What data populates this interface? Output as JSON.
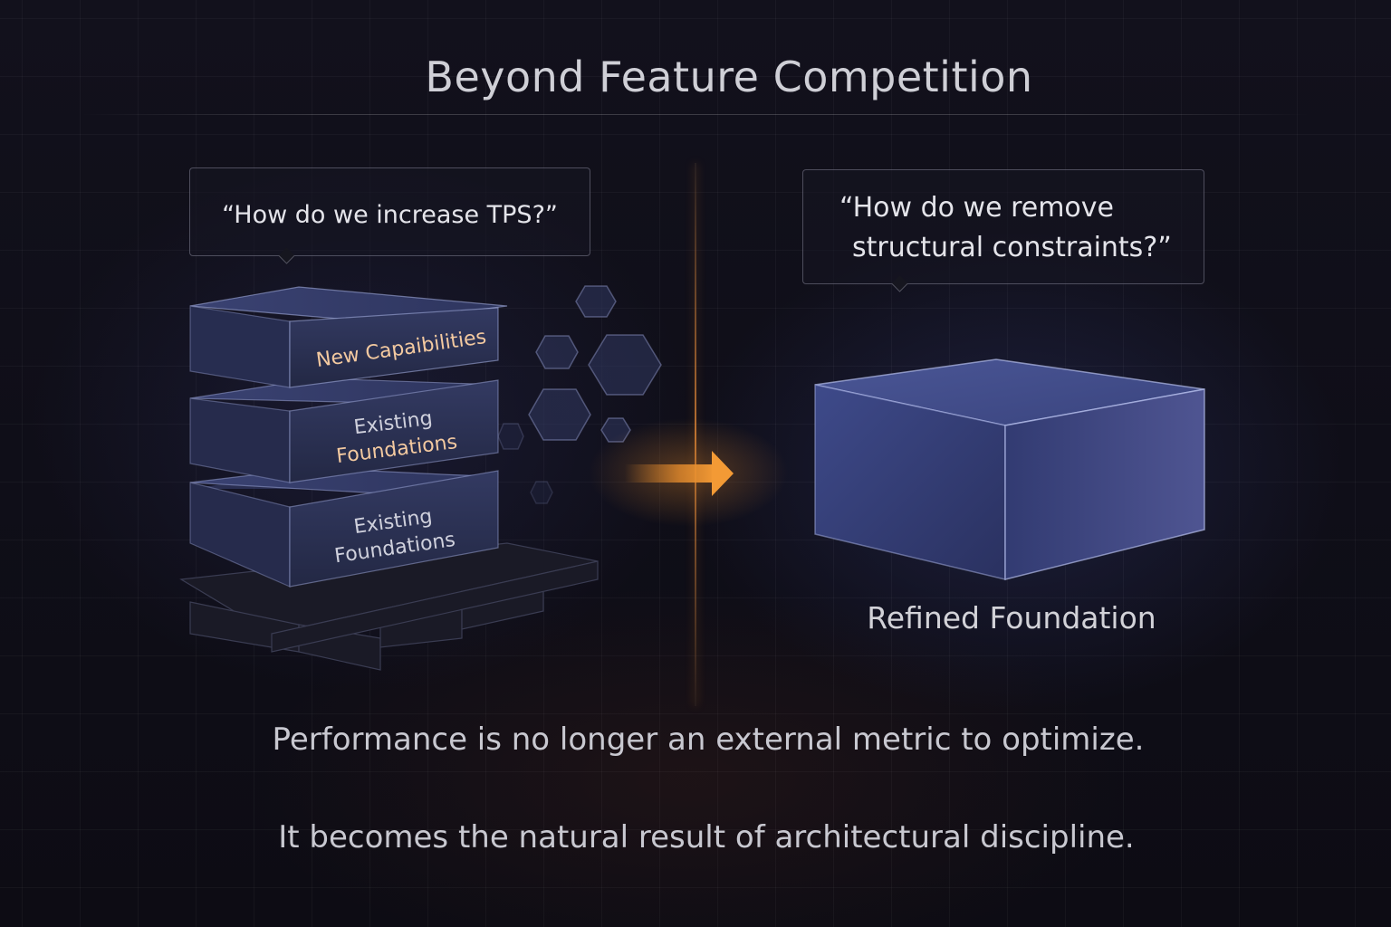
{
  "title": "Beyond Feature Competition",
  "left": {
    "question": "“How do we increase TPS?”",
    "stack": [
      {
        "label_line1": "New Capaibilities",
        "label_line2": ""
      },
      {
        "label_line1": "Existing",
        "label_line2": "Foundations"
      },
      {
        "label_line1": "Existing",
        "label_line2": "Foundations"
      }
    ]
  },
  "right": {
    "question_line1": "“How do we remove",
    "question_line2": "structural constraints?”",
    "block_label": "Refined Foundation"
  },
  "statements": {
    "line1": "Performance is no longer an external metric to optimize.",
    "line2": "It becomes the natural result of architectural discipline."
  },
  "colors": {
    "accent": "#e38a2c",
    "block": "#2c3358",
    "label_highlight": "#f3c9a0",
    "text": "#cfcfd6"
  }
}
